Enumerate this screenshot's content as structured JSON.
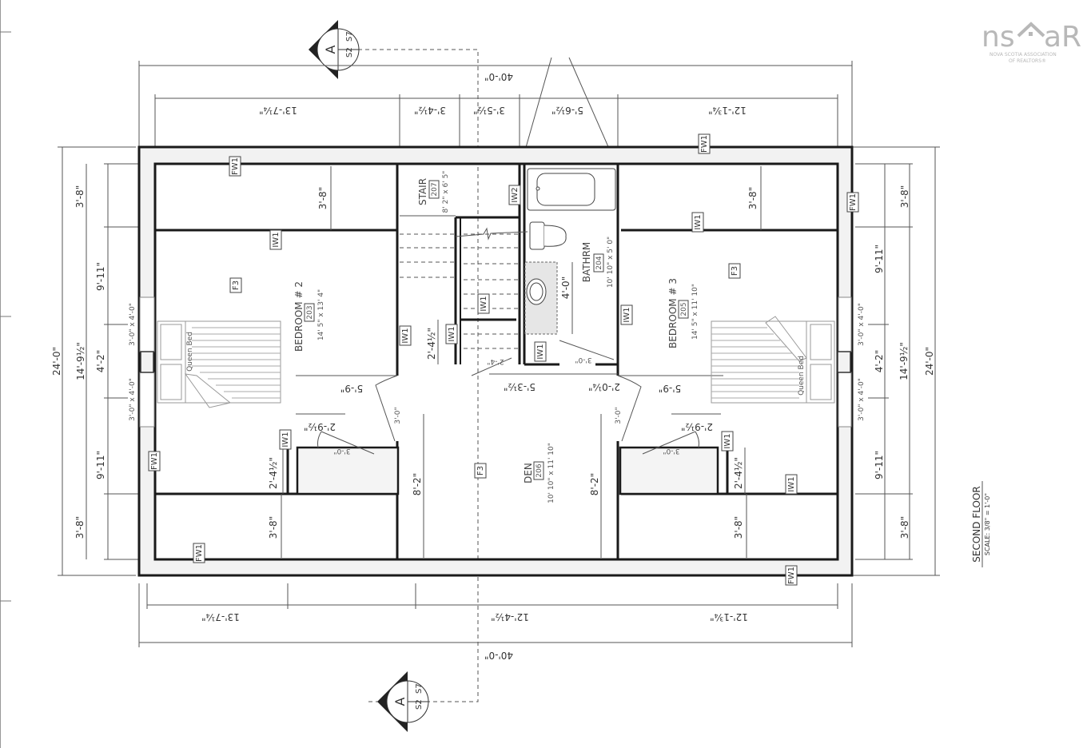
{
  "logo": {
    "wordmark_left": "ns",
    "wordmark_right": "aR",
    "line1": "NOVA SCOTIA ASSOCIATION",
    "line2": "OF REALTORS®"
  },
  "section_markers": [
    {
      "letter": "A",
      "sheet_top": "S2",
      "sheet_bottom": "S7"
    },
    {
      "letter": "A",
      "sheet_top": "S2",
      "sheet_bottom": "S7"
    }
  ],
  "drawing_title": {
    "title": "SECOND FLOOR",
    "scale": "SCALE: 3/8\" = 1'-0\""
  },
  "dimensions": {
    "top_overall": "40'-0\"",
    "top_segments": [
      "13'-7¼\"",
      "3'-4½\"",
      "3'-5½\"",
      "5'-6½\"",
      "12'-1¾\""
    ],
    "bottom_overall": "40'-0\"",
    "bottom_segments": [
      "13'-7¼\"",
      "12'-4½\"",
      "12'-1¾\""
    ],
    "left_overall": "24'-0\"",
    "left_mid": "14'-9½\"",
    "left_segments": [
      "3'-8\"",
      "9'-11\"",
      "4'-2\"",
      "9'-11\"",
      "3'-8\""
    ],
    "right_overall": "24'-0\"",
    "right_mid": "14'-9½\"",
    "right_segments": [
      "3'-8\"",
      "9'-11\"",
      "4'-2\"",
      "9'-11\"",
      "3'-8\""
    ],
    "window_size": "3'-0\" x 4'-0\"",
    "interior": {
      "closet_depth": "3'-8\"",
      "bath_vanity": "4'-0\"",
      "closet_width": "2'-4½\"",
      "wardrobe_width": "2'-9½\"",
      "door": "3'-0\"",
      "bedroom_offset": "5'-9\"",
      "hall_a": "5'-3½\"",
      "hall_b": "2'-0¼\"",
      "den_depth": "8'-2\"",
      "stair_door": "2'-4\""
    }
  },
  "rooms": [
    {
      "name": "BEDROOM # 2",
      "number": "203",
      "size": "14' 5\" x 13' 4\""
    },
    {
      "name": "BEDROOM # 3",
      "number": "205",
      "size": "14' 5\" x 11' 10\""
    },
    {
      "name": "BATHRM",
      "number": "204",
      "size": "10' 10\" x 5' 0\""
    },
    {
      "name": "STAIR",
      "number": "207",
      "size": "8' 2\" x 6' 5\""
    },
    {
      "name": "DEN",
      "number": "206",
      "size": "10' 10\" x 11' 10\""
    }
  ],
  "tags": {
    "fw1": "FW1",
    "iw1": "IW1",
    "iw2": "IW2",
    "f3": "F3"
  },
  "furniture": {
    "bed_label": "Queen Bed"
  }
}
